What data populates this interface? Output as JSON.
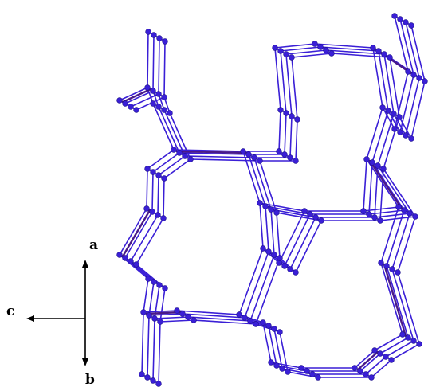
{
  "axes": {
    "a_label": "a",
    "b_label": "b",
    "c_label": "c",
    "color": "#000000"
  },
  "colors": {
    "bond": "#3a1fd6",
    "bond_dark": "#4a1a88",
    "atom": "#3a1fd6",
    "background": "#ffffff"
  }
}
